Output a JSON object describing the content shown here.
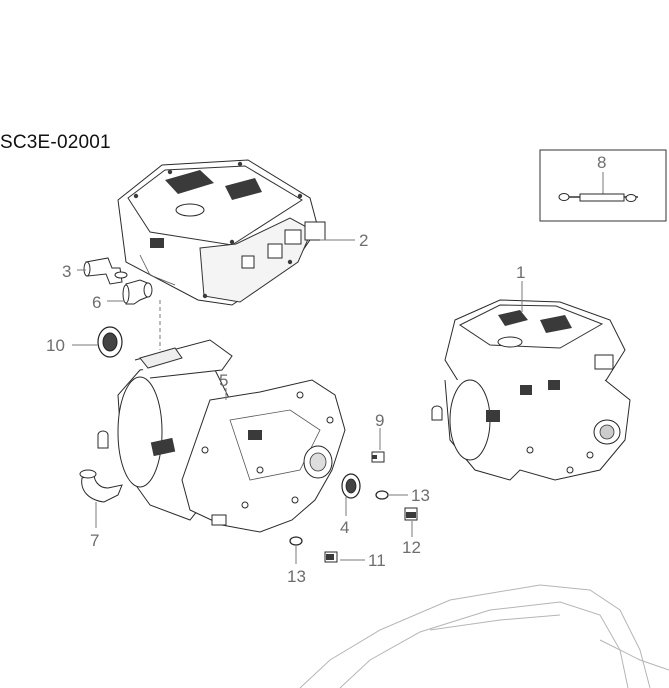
{
  "diagram": {
    "code": "SC3E-02001",
    "callouts": [
      {
        "id": "1",
        "text": "1"
      },
      {
        "id": "2",
        "text": "2"
      },
      {
        "id": "3",
        "text": "3"
      },
      {
        "id": "4",
        "text": "4"
      },
      {
        "id": "5",
        "text": "5"
      },
      {
        "id": "6",
        "text": "6"
      },
      {
        "id": "7",
        "text": "7"
      },
      {
        "id": "8",
        "text": "8"
      },
      {
        "id": "9",
        "text": "9"
      },
      {
        "id": "10",
        "text": "10"
      },
      {
        "id": "11",
        "text": "11"
      },
      {
        "id": "12",
        "text": "12"
      },
      {
        "id": "13a",
        "text": "13"
      },
      {
        "id": "13b",
        "text": "13"
      }
    ]
  }
}
